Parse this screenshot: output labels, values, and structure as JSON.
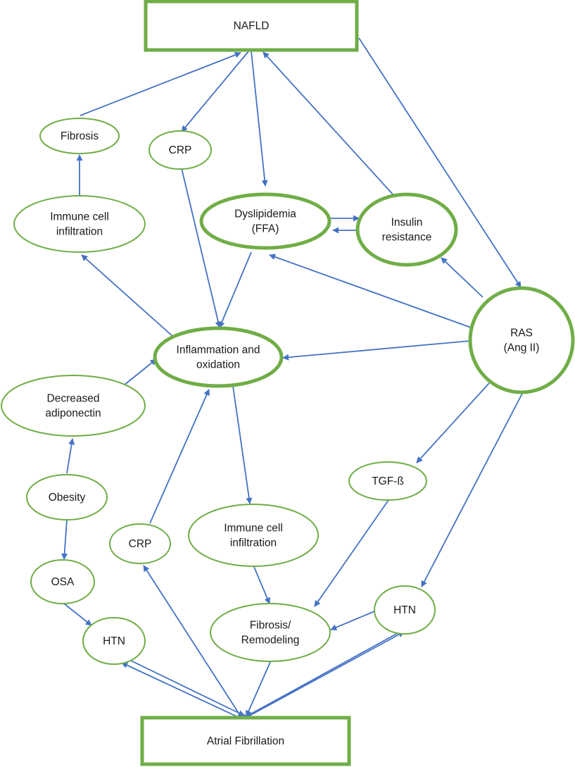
{
  "colors": {
    "node_border": "#70ad47",
    "edge": "#4472c4",
    "text": "#1a1a1a"
  },
  "nodes": {
    "nafld": {
      "lines": [
        "NAFLD"
      ]
    },
    "fibrosis": {
      "lines": [
        "Fibrosis"
      ]
    },
    "crp_top": {
      "lines": [
        "CRP"
      ]
    },
    "dyslipidemia": {
      "lines": [
        "Dyslipidemia",
        "(FFA)"
      ]
    },
    "insulin": {
      "lines": [
        "Insulin",
        "resistance"
      ]
    },
    "immune_top": {
      "lines": [
        "Immune cell",
        "infiltration"
      ]
    },
    "ras": {
      "lines": [
        "RAS",
        "(Ang II)"
      ]
    },
    "inflammation": {
      "lines": [
        "Inflammation and",
        "oxidation"
      ]
    },
    "adiponectin": {
      "lines": [
        "Decreased",
        "adiponectin"
      ]
    },
    "tgf": {
      "lines": [
        "TGF-ß"
      ]
    },
    "obesity": {
      "lines": [
        "Obesity"
      ]
    },
    "immune_mid": {
      "lines": [
        "Immune cell",
        "infiltration"
      ]
    },
    "crp_bottom": {
      "lines": [
        "CRP"
      ]
    },
    "osa": {
      "lines": [
        "OSA"
      ]
    },
    "htn_right": {
      "lines": [
        "HTN"
      ]
    },
    "fibrosis_remodeling": {
      "lines": [
        "Fibrosis/",
        "Remodeling"
      ]
    },
    "htn_left": {
      "lines": [
        "HTN"
      ]
    },
    "af": {
      "lines": [
        "Atrial Fibrillation"
      ]
    }
  }
}
